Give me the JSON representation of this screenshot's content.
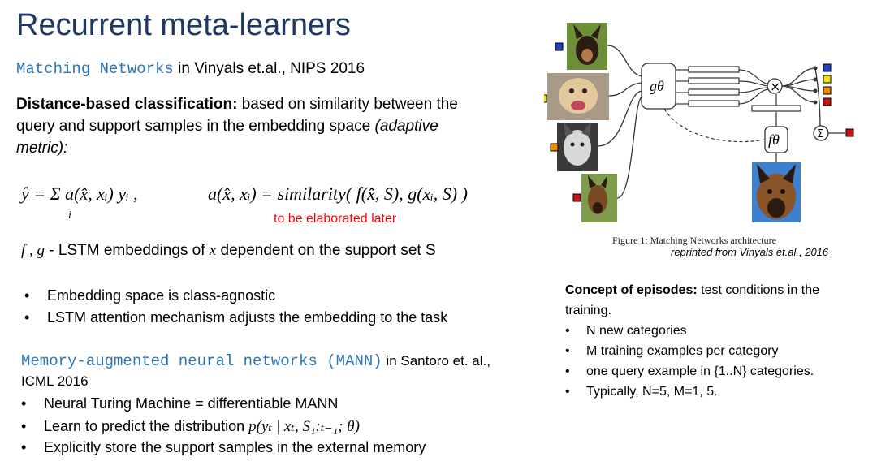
{
  "title": "Recurrent meta-learners",
  "mn": {
    "name": "Matching Networks",
    "ref": " in Vinyals et.al., NIPS 2016",
    "dist_bold": "Distance-based classification:",
    "dist_rest": " based on similarity between the",
    "dist_line2": "query and support samples in the embedding space ",
    "dist_italic": "(adaptive",
    "dist_line3": "metric):",
    "formula_left": "ŷ = Σ a(x̂, xᵢ) yᵢ ,",
    "formula_sub": "i",
    "formula_right": "a(x̂, xᵢ) = similarity( f(x̂, S), g(xᵢ, S) )",
    "elaborate": "to be elaborated later",
    "fg_math": "f , g",
    "fg_text": " - LSTM embeddings of ",
    "fg_x": "x",
    "fg_rest": " dependent on the support set S",
    "bullets": [
      "Embedding space is class-agnostic",
      "LSTM attention mechanism adjusts the embedding to the task"
    ]
  },
  "mann": {
    "name": "Memory-augmented neural networks (MANN)",
    "ref": " in Santoro et. al.,",
    "ref2": "ICML 2016",
    "bullets": [
      "Neural Turing Machine = differentiable MANN",
      "Learn to predict the distribution ",
      "Explicitly store the support samples in the external memory"
    ],
    "dist_math": "p(yₜ | xₜ, S₁:ₜ₋₁; θ)"
  },
  "figure": {
    "caption": "Figure 1: Matching Networks architecture",
    "reprint": "reprinted from Vinyals et.al., 2016",
    "g_label": "gθ",
    "f_label": "fθ",
    "times": "×",
    "sum": "Σ",
    "colors": {
      "blue": "#1f3fbf",
      "yellow": "#f2e600",
      "orange": "#f08a00",
      "red": "#d01010"
    }
  },
  "episodes": {
    "bold": "Concept of episodes:",
    "rest": " test conditions in the",
    "line2": "training.",
    "bullets": [
      "N new categories",
      "M training examples per category",
      "one query example in {1..N} categories.",
      "Typically, N=5, M=1, 5."
    ]
  }
}
